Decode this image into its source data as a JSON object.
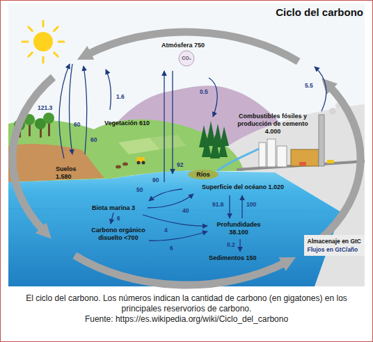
{
  "diagram": {
    "title": "Ciclo del carbono",
    "caption": "El ciclo del carbono. Los números indican la cantidad de carbono (en gigatones) en los principales reservorios de carbono.",
    "labels": [
      "Atmósfera 750",
      "CO₂",
      "121.3",
      "60",
      "60",
      "1.6",
      "Vegetación 610",
      "0.5",
      "5.5",
      "Combustibles fósiles y producción de cemento 4.000",
      "Suelos 1.580",
      "92",
      "90",
      "Ríos",
      "Superficie del océano 1.020",
      "50",
      "Biota marina 3",
      "40",
      "91.6",
      "100",
      "6",
      "4",
      "Carbono orgánico disuelto <700",
      "Profundidades 38.100",
      "6",
      "0.2",
      "Sedimentos 150",
      "Fuente: https://es.wikipedia.org/wiki/Ciclo_del_carbono"
    ],
    "legend": [
      {
        "text": "Almacenaje en GtC"
      },
      {
        "text": "Flujos en GtC/año"
      }
    ]
  }
}
